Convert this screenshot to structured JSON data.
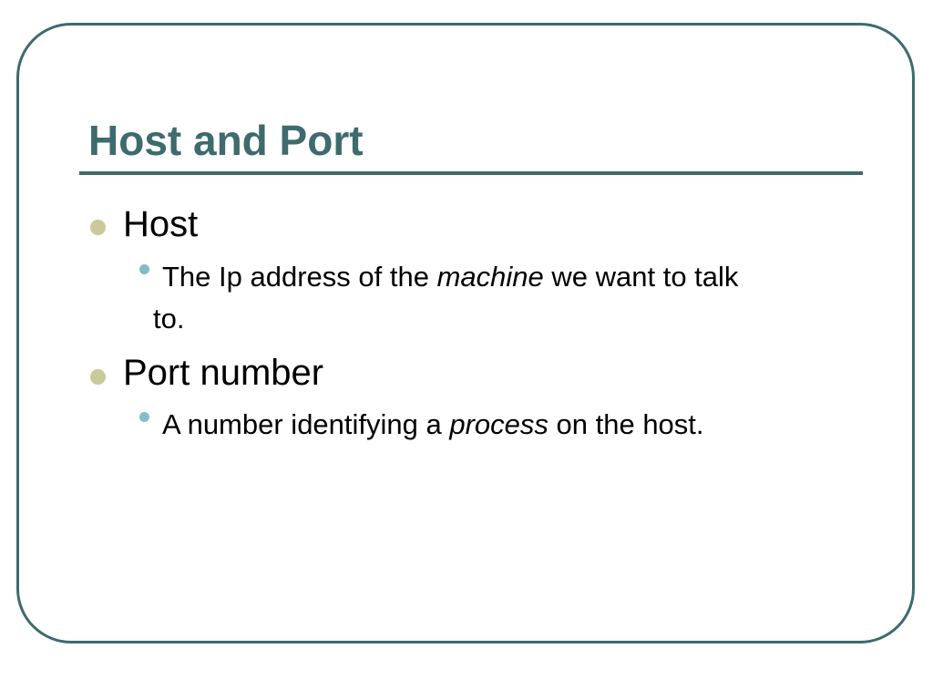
{
  "slide": {
    "title": "Host and Port",
    "bullets": [
      {
        "text": "Host",
        "sub": {
          "pre": "The Ip address of the ",
          "italic": "machine",
          "post": " we want to talk",
          "wrap": "to."
        }
      },
      {
        "text": "Port number",
        "sub": {
          "pre": "A number identifying a ",
          "italic": "process",
          "post": " on the host."
        }
      }
    ]
  },
  "colors": {
    "accent": "#3d6b6e",
    "bullet_level1": "#c9c99a",
    "bullet_level2": "#7fbfc3"
  }
}
